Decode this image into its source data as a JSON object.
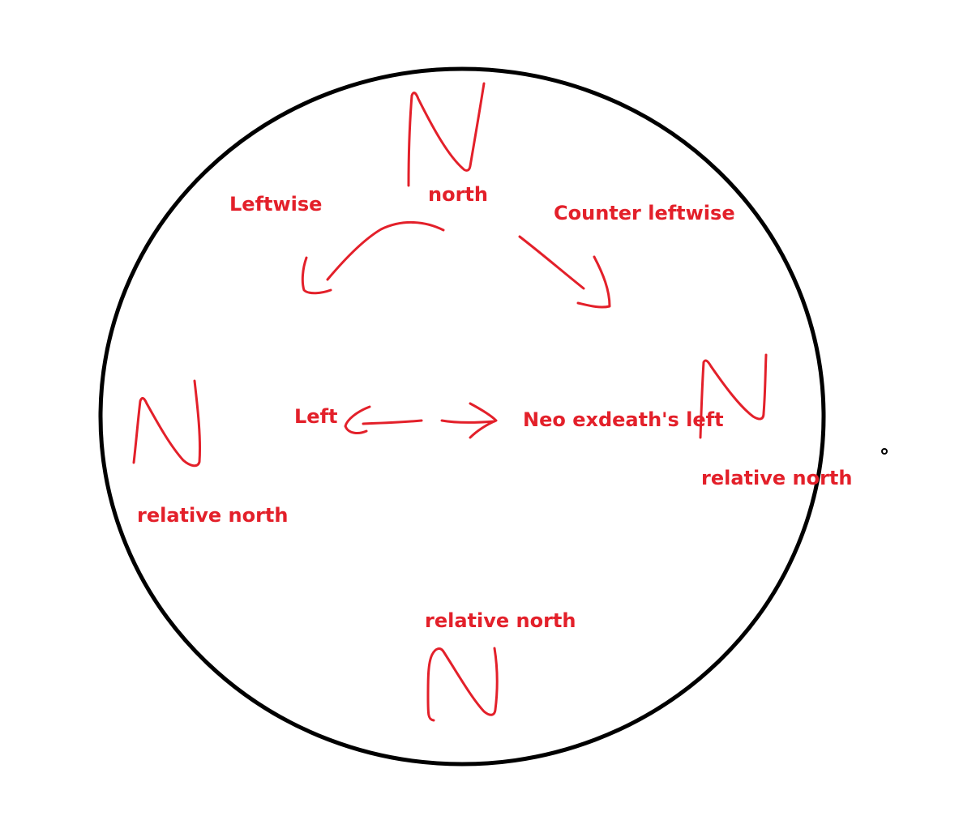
{
  "colors": {
    "ink": "#e3202a",
    "outline": "#000000",
    "background": "#ffffff"
  },
  "labels": {
    "north": "north",
    "leftwise": "Leftwise",
    "counter_leftwise": "Counter leftwise",
    "left": "Left",
    "neo_exdeath_left": "Neo exdeath's left",
    "relative_north_west": "relative north",
    "relative_north_east": "relative north",
    "relative_north_south": "relative north"
  },
  "icons": {
    "n_marker": "handwritten-letter-n",
    "curved_arrow": "hand-drawn-curved-arrow",
    "straight_arrow": "hand-drawn-dashed-arrow"
  }
}
